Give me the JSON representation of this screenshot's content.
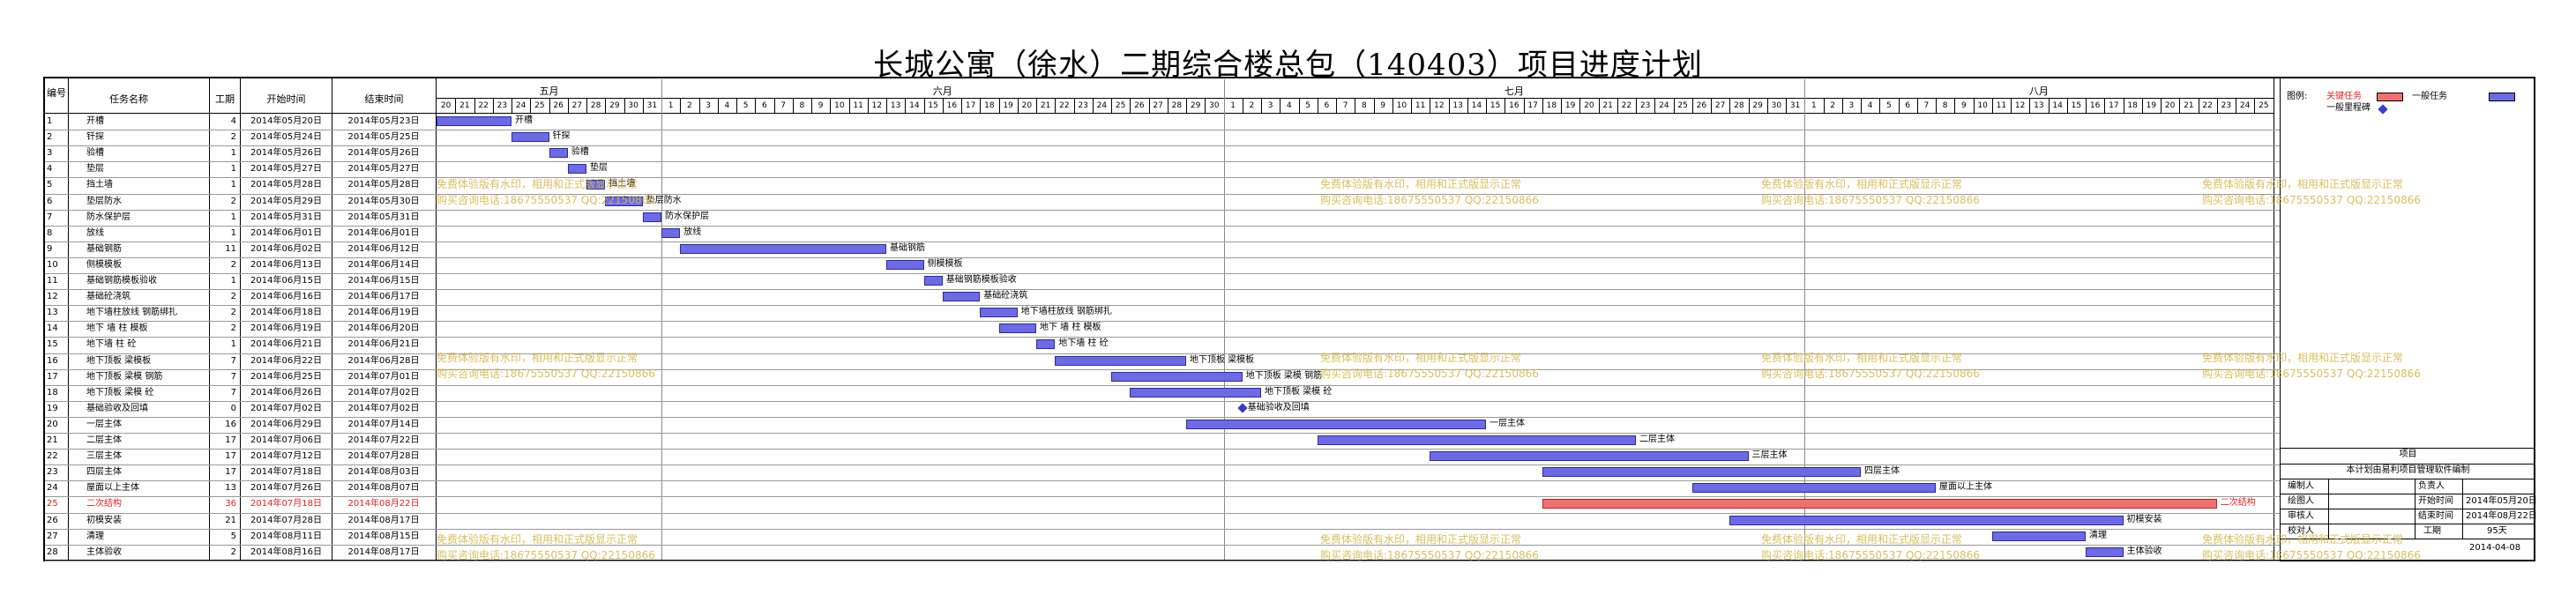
{
  "title": "长城公寓（徐水）二期综合楼总包（140403）项目进度计划",
  "headers": {
    "id": "编号",
    "name": "任务名称",
    "duration": "工期",
    "start": "开始时间",
    "end": "结束时间"
  },
  "months": [
    "五月",
    "六月",
    "七月",
    "八月"
  ],
  "days": [
    "20",
    "21",
    "22",
    "23",
    "24",
    "25",
    "26",
    "27",
    "28",
    "29",
    "30",
    "31",
    "1",
    "2",
    "3",
    "4",
    "5",
    "6",
    "7",
    "8",
    "9",
    "10",
    "11",
    "12",
    "13",
    "14",
    "15",
    "16",
    "17",
    "18",
    "19",
    "20",
    "21",
    "22",
    "23",
    "24",
    "25",
    "26",
    "27",
    "28",
    "29",
    "30",
    "1",
    "2",
    "3",
    "4",
    "5",
    "6",
    "7",
    "8",
    "9",
    "10",
    "11",
    "12",
    "13",
    "14",
    "15",
    "16",
    "17",
    "18",
    "19",
    "20",
    "21",
    "22",
    "23",
    "24",
    "25",
    "26",
    "27",
    "28",
    "29",
    "30",
    "31",
    "1",
    "2",
    "3",
    "4",
    "5",
    "6",
    "7",
    "8",
    "9",
    "10",
    "11",
    "12",
    "13",
    "14",
    "15",
    "16",
    "17",
    "18",
    "19",
    "20",
    "21",
    "22",
    "23",
    "24",
    "25"
  ],
  "tasks": [
    {
      "id": "1",
      "name": "开槽",
      "duration": "4",
      "start": "2014年05月20日",
      "end": "2014年05月23日",
      "label": "开槽",
      "s": 0,
      "d": 4,
      "critical": false
    },
    {
      "id": "2",
      "name": "钎探",
      "duration": "2",
      "start": "2014年05月24日",
      "end": "2014年05月25日",
      "label": "钎探",
      "s": 4,
      "d": 2,
      "critical": false
    },
    {
      "id": "3",
      "name": "验槽",
      "duration": "1",
      "start": "2014年05月26日",
      "end": "2014年05月26日",
      "label": "验槽",
      "s": 6,
      "d": 1,
      "critical": false
    },
    {
      "id": "4",
      "name": "垫层",
      "duration": "1",
      "start": "2014年05月27日",
      "end": "2014年05月27日",
      "label": "垫层",
      "s": 7,
      "d": 1,
      "critical": false
    },
    {
      "id": "5",
      "name": "挡土墙",
      "duration": "1",
      "start": "2014年05月28日",
      "end": "2014年05月28日",
      "label": "挡土墙",
      "s": 8,
      "d": 1,
      "critical": false
    },
    {
      "id": "6",
      "name": "垫层防水",
      "duration": "2",
      "start": "2014年05月29日",
      "end": "2014年05月30日",
      "label": "垫层防水",
      "s": 9,
      "d": 2,
      "critical": false
    },
    {
      "id": "7",
      "name": "防水保护层",
      "duration": "1",
      "start": "2014年05月31日",
      "end": "2014年05月31日",
      "label": "防水保护层",
      "s": 11,
      "d": 1,
      "critical": false
    },
    {
      "id": "8",
      "name": "放线",
      "duration": "1",
      "start": "2014年06月01日",
      "end": "2014年06月01日",
      "label": "放线",
      "s": 12,
      "d": 1,
      "critical": false
    },
    {
      "id": "9",
      "name": "基础钢筋",
      "duration": "11",
      "start": "2014年06月02日",
      "end": "2014年06月12日",
      "label": "基础钢筋",
      "s": 13,
      "d": 11,
      "critical": false
    },
    {
      "id": "10",
      "name": "侧模模板",
      "duration": "2",
      "start": "2014年06月13日",
      "end": "2014年06月14日",
      "label": "侧模模板",
      "s": 24,
      "d": 2,
      "critical": false
    },
    {
      "id": "11",
      "name": "基础钢筋模板验收",
      "duration": "1",
      "start": "2014年06月15日",
      "end": "2014年06月15日",
      "label": "基础钢筋模板验收",
      "s": 26,
      "d": 1,
      "critical": false
    },
    {
      "id": "12",
      "name": "基础砼浇筑",
      "duration": "2",
      "start": "2014年06月16日",
      "end": "2014年06月17日",
      "label": "基础砼浇筑",
      "s": 27,
      "d": 2,
      "critical": false
    },
    {
      "id": "13",
      "name": "地下墙柱放线 钢筋绑扎",
      "duration": "2",
      "start": "2014年06月18日",
      "end": "2014年06月19日",
      "label": "地下墙柱放线 钢筋绑扎",
      "s": 29,
      "d": 2,
      "critical": false
    },
    {
      "id": "14",
      "name": "地下 墙 柱 模板",
      "duration": "2",
      "start": "2014年06月19日",
      "end": "2014年06月20日",
      "label": "地下 墙 柱 模板",
      "s": 30,
      "d": 2,
      "critical": false
    },
    {
      "id": "15",
      "name": "地下墙 柱 砼",
      "duration": "1",
      "start": "2014年06月21日",
      "end": "2014年06月21日",
      "label": "地下墙 柱 砼",
      "s": 32,
      "d": 1,
      "critical": false
    },
    {
      "id": "16",
      "name": "地下顶板 梁模板",
      "duration": "7",
      "start": "2014年06月22日",
      "end": "2014年06月28日",
      "label": "地下顶板 梁模板",
      "s": 33,
      "d": 7,
      "critical": false
    },
    {
      "id": "17",
      "name": "地下顶板 梁模 钢筋",
      "duration": "7",
      "start": "2014年06月25日",
      "end": "2014年07月01日",
      "label": "地下顶板 梁模 钢筋",
      "s": 36,
      "d": 7,
      "critical": false
    },
    {
      "id": "18",
      "name": "地下顶板 梁模 砼",
      "duration": "7",
      "start": "2014年06月26日",
      "end": "2014年07月02日",
      "label": "地下顶板 梁模 砼",
      "s": 37,
      "d": 7,
      "critical": false
    },
    {
      "id": "19",
      "name": "基础验收及回填",
      "duration": "0",
      "start": "2014年07月02日",
      "end": "2014年07月02日",
      "label": "基础验收及回填",
      "s": 43,
      "d": 0,
      "critical": false,
      "milestone": true
    },
    {
      "id": "20",
      "name": "一层主体",
      "duration": "16",
      "start": "2014年06月29日",
      "end": "2014年07月14日",
      "label": "一层主体",
      "s": 40,
      "d": 16,
      "critical": false
    },
    {
      "id": "21",
      "name": "二层主体",
      "duration": "17",
      "start": "2014年07月06日",
      "end": "2014年07月22日",
      "label": "二层主体",
      "s": 47,
      "d": 17,
      "critical": false
    },
    {
      "id": "22",
      "name": "三层主体",
      "duration": "17",
      "start": "2014年07月12日",
      "end": "2014年07月28日",
      "label": "三层主体",
      "s": 53,
      "d": 17,
      "critical": false
    },
    {
      "id": "23",
      "name": "四层主体",
      "duration": "17",
      "start": "2014年07月18日",
      "end": "2014年08月03日",
      "label": "四层主体",
      "s": 59,
      "d": 17,
      "critical": false
    },
    {
      "id": "24",
      "name": "屋面以上主体",
      "duration": "13",
      "start": "2014年07月26日",
      "end": "2014年08月07日",
      "label": "屋面以上主体",
      "s": 67,
      "d": 13,
      "critical": false
    },
    {
      "id": "25",
      "name": "二次结构",
      "duration": "36",
      "start": "2014年07月18日",
      "end": "2014年08月22日",
      "label": "二次结构",
      "s": 59,
      "d": 36,
      "critical": true
    },
    {
      "id": "26",
      "name": "初模安装",
      "duration": "21",
      "start": "2014年07月28日",
      "end": "2014年08月17日",
      "label": "初模安装",
      "s": 69,
      "d": 21,
      "critical": false
    },
    {
      "id": "27",
      "name": "清理",
      "duration": "5",
      "start": "2014年08月11日",
      "end": "2014年08月15日",
      "label": "清理",
      "s": 83,
      "d": 5,
      "critical": false
    },
    {
      "id": "28",
      "name": "主体验收",
      "duration": "2",
      "start": "2014年08月16日",
      "end": "2014年08月17日",
      "label": "主体验收",
      "s": 88,
      "d": 2,
      "critical": false
    }
  ],
  "legend": {
    "label": "图例:",
    "critical": "关键任务",
    "normal": "一般任务",
    "milestone": "一般里程碑"
  },
  "info": {
    "project_label": "项目",
    "software_note": "本计划由易利项目管理软件编制",
    "prepared_by": "编制人",
    "owner": "负责人",
    "drawn_by": "绘图人",
    "start_label": "开始时间",
    "start_value": "2014年05月20日",
    "reviewed_by": "审核人",
    "end_label": "结束时间",
    "end_value": "2014年08月22日",
    "approved_by": "校对人",
    "duration_label": "工期",
    "duration_value": "95天",
    "date": "2014-04-08"
  },
  "watermark": {
    "line1": "免费体验版有水印，相用和正式版显示正常",
    "line2": "购买咨询电话:18675550537 QQ:22150866"
  },
  "colors": {
    "normal_bar": "#6b6be8",
    "critical_bar": "#f07070",
    "watermark": "#d6b84a"
  }
}
